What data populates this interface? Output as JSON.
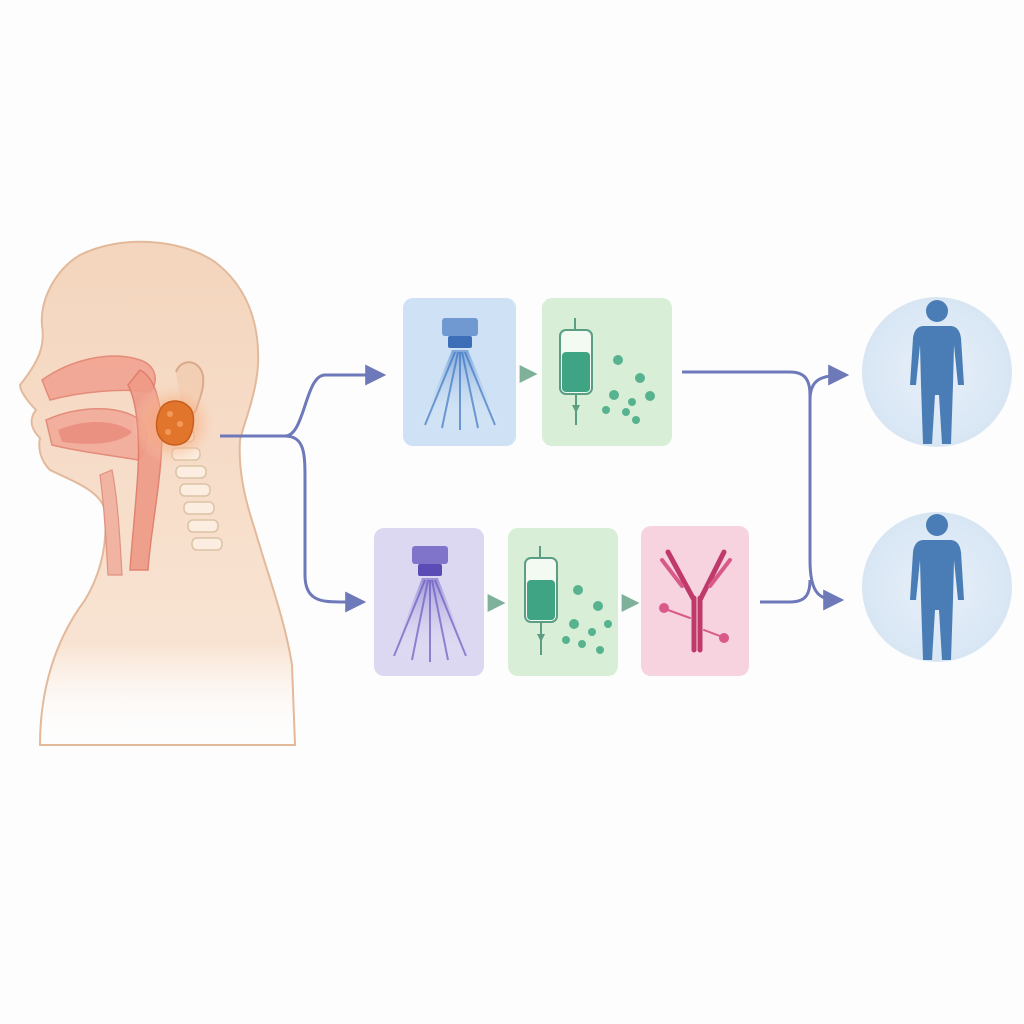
{
  "diagram": {
    "source": {
      "subject": "head-and-neck-anatomy",
      "highlight": "tumor"
    },
    "branches": [
      {
        "id": "upper",
        "steps": [
          {
            "kind": "radiation",
            "icon": "radiation-beam-icon",
            "color": "#cfe2f5"
          },
          {
            "kind": "chemotherapy",
            "icon": "iv-bag-icon",
            "color": "#d9eed7"
          }
        ],
        "outcome": {
          "icon": "person-icon"
        }
      },
      {
        "id": "lower",
        "steps": [
          {
            "kind": "radiation",
            "icon": "radiation-beam-icon",
            "color": "#dcd8f2"
          },
          {
            "kind": "chemotherapy",
            "icon": "iv-bag-icon",
            "color": "#d9eed7"
          },
          {
            "kind": "immunotherapy",
            "icon": "antibody-icon",
            "color": "#f6d3df"
          }
        ],
        "outcome": {
          "icon": "person-icon"
        }
      }
    ],
    "colors": {
      "connector": "#6d79b8",
      "skin": "#f6dcc3",
      "tumor": "#e0782f",
      "person": "#4a7db6",
      "outcome_bg": "#dde9f6"
    }
  }
}
